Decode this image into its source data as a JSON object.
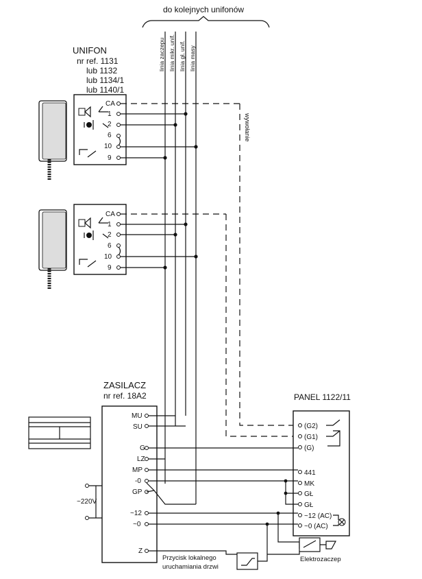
{
  "header": {
    "top_label": "do kolejnych unifonów"
  },
  "lines": {
    "labels": [
      "linia zaczepu",
      "linia mikr. unif.",
      "linia gł. unif.",
      "linia masy"
    ]
  },
  "unifon": {
    "title": "UNIFON",
    "refs": [
      "nr ref. 1131",
      "lub 1132",
      "lub 1134/1",
      "lub 1140/1"
    ],
    "terminals": [
      "CA",
      "1",
      "2",
      "6",
      "10",
      "9"
    ]
  },
  "call_label": "wywołanie",
  "zasilacz": {
    "title": "ZASILACZ",
    "ref": "nr ref. 18A2",
    "terminals": [
      "MU",
      "SU",
      "G",
      "LZ",
      "MP",
      "-0",
      "GP",
      "~12",
      "~0",
      "Z"
    ],
    "mains": "~220V"
  },
  "panel": {
    "title": "PANEL 1122/11",
    "terminals": [
      "(G2)",
      "(G1)",
      "(G)",
      "441",
      "MK",
      "GŁ",
      "GŁ",
      "~12 (AC)",
      "~0 (AC)"
    ]
  },
  "button_label": [
    "Przycisk lokalnego",
    "uruchamiania drzwi"
  ],
  "lock_label": "Elektrozaczep"
}
